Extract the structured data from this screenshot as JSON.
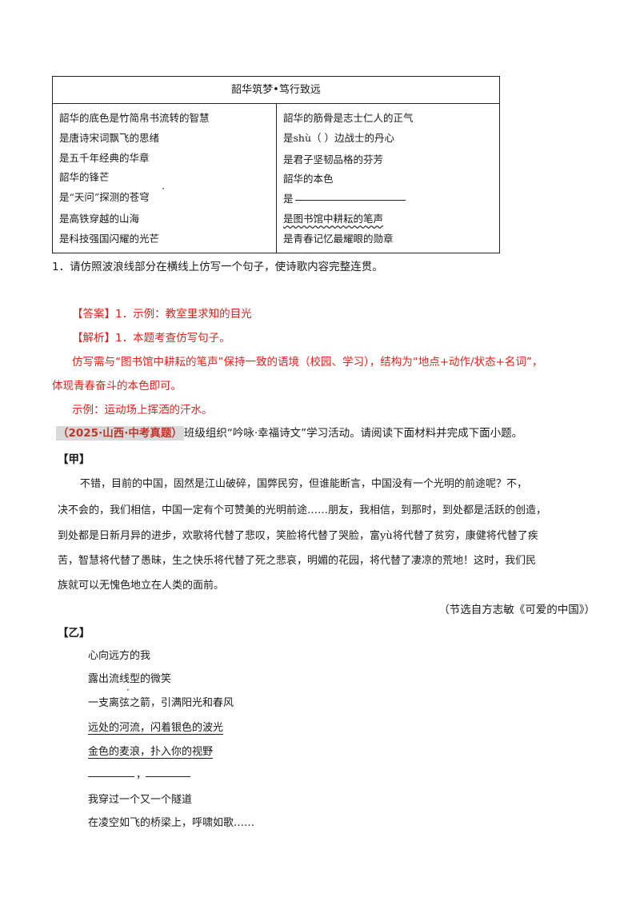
{
  "table": {
    "title": "韶华筑梦•笃行致远",
    "left": [
      "韶华的底色是竹简帛书流转的智慧",
      "是唐诗宋词飘飞的思绪",
      "是五千年经典的华章",
      "韶华的锋芒",
      "是“天问”探测的苍穹",
      "是高铁穿越的山海",
      "是科技强国闪耀的光芒"
    ],
    "right": [
      "韶华的筋骨是志士仁人的正气",
      "是shù（   ）边战士的丹心",
      "是君子坚韧品格的芬芳",
      "韶华的本色",
      "是",
      "是图书馆中耕耘的笔声",
      "是青春记忆最耀眼的勋章"
    ]
  },
  "question1": "1．请仿照波浪线部分在横线上仿写一个句子，使诗歌内容完整连贯。",
  "answer": "【答案】1．示例：教室里求知的目光",
  "analysis": "【解析】1．本题考查仿写句子。",
  "analysis_l1": "仿写需与“图书馆中耕耘的笔声”保持一致的语境（校园、学习），结构为“地点+动作/状态+名词”，",
  "analysis_l2": "体现青春奋斗的本色即可。",
  "analysis_example": "示例：运动场上挥洒的汗水。",
  "source_tag": "（2025·山西·中考真题）",
  "intro": "班级组织“吟咏·幸福诗文”学习活动。请阅读下面材料并完成下面小题。",
  "jia_label": "【甲】",
  "jia_lines": [
    "不错，目前的中国，固然是江山破碎，国弊民穷，但谁能断言，中国没有一个光明的前途呢？不，",
    "决不会的，我们相信，中国一定有个可赞美的光明前途……朋友，我相信，到那时，到处都是活跃的创造，",
    "到处都是日新月异的进步，欢歌将代替了悲叹，笑脸将代替了哭脸，富yù将代替了贫穷，康健将代替了疾",
    "苦，智慧将代替了愚昧，生之快乐将代替了死之悲哀，明媚的花园，将代替了凄凉的荒地！这时，我们民",
    "族就可以无愧色地立在人类的面前。"
  ],
  "jia_source": "（节选自方志敏《可爱的中国》）",
  "yi_label": "【乙】",
  "yi_lines": [
    "心向远方的我",
    "露出流线型的微笑",
    "一支离弦之箭，引满阳光和春风",
    "远处的河流，闪着银色的波光",
    "金色的麦浪，扑入你的视野",
    "，",
    "我穿过一个又一个隧道",
    "在凌空如飞的桥梁上，呼啸如歌……"
  ]
}
